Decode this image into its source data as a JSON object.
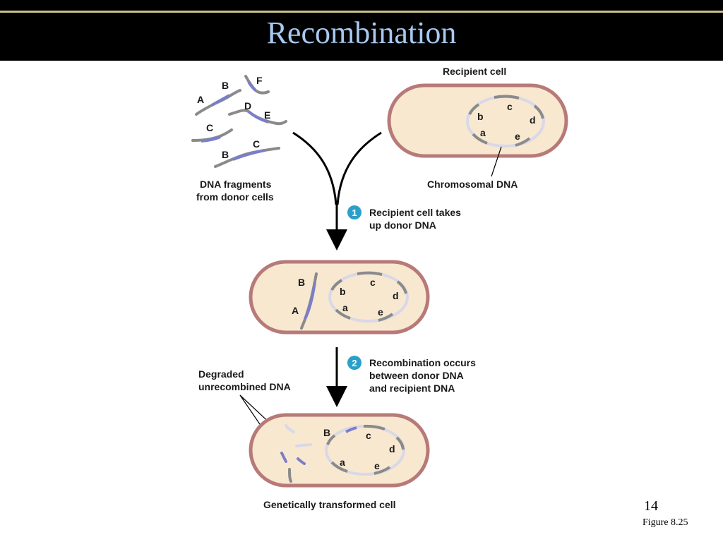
{
  "title": "Recombination",
  "page_number": "14",
  "figure_ref": "Figure 8.25",
  "colors": {
    "title": "#a8c8f0",
    "cell_fill": "#f8e8d0",
    "cell_wall": "#b77a78",
    "donor_dna": "#7b7ec8",
    "recipient_dna": "#8a8a8a",
    "chromosome_ring": "#d8d8e8",
    "step_badge": "#2aa0c8"
  },
  "labels": {
    "donor_fragments": [
      "DNA fragments",
      "from donor cells"
    ],
    "recipient_cell": "Recipient cell",
    "chromosomal_dna": "Chromosomal DNA",
    "degraded_dna": [
      "Degraded",
      "unrecombined DNA"
    ],
    "transformed_cell": "Genetically transformed cell"
  },
  "steps": [
    {
      "number": "1",
      "lines": [
        "Recipient cell takes",
        "up donor DNA"
      ]
    },
    {
      "number": "2",
      "lines": [
        "Recombination occurs",
        "between donor DNA",
        "and recipient DNA"
      ]
    }
  ],
  "genes": {
    "donor_upper": [
      "A",
      "B",
      "C",
      "D",
      "E",
      "F"
    ],
    "recipient_lower": [
      "a",
      "b",
      "c",
      "d",
      "e"
    ],
    "fragment_BC": [
      "B",
      "C"
    ],
    "cell2_fragment": [
      "A",
      "B"
    ],
    "cell3_donor": "B"
  }
}
